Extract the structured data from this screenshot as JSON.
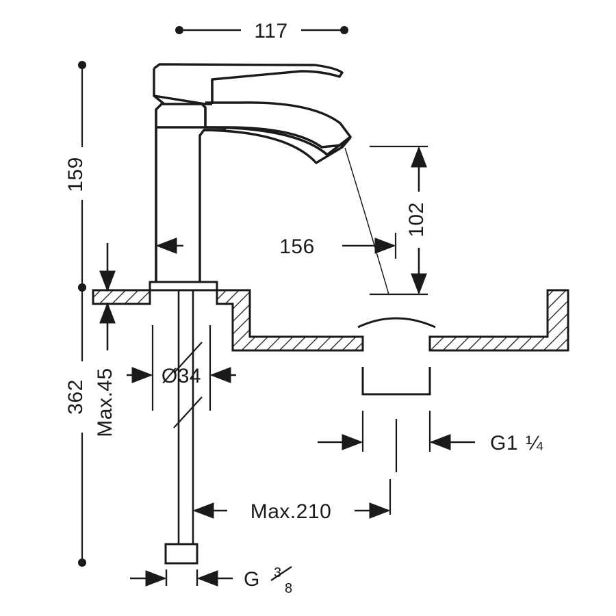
{
  "drawing": {
    "title": "Basin mixer tap technical dimension drawing",
    "units": "mm",
    "line_color": "#1a1a1a",
    "background_color": "#ffffff",
    "hatch_color": "#1a1a1a"
  },
  "dimensions": {
    "spout_reach_top": "117",
    "height_above_counter": "159",
    "total_height": "362",
    "counter_thickness": "Max.45",
    "hole_diameter": "Ø34",
    "spout_projection": "156",
    "spout_height_to_stream": "102",
    "hose_length": "Max.210",
    "waste_thread": "G1 ¼",
    "supply_thread_letter": "G",
    "supply_thread_numerator": "3",
    "supply_thread_denominator": "8"
  },
  "labels": {
    "dim_117": "117",
    "dim_159": "159",
    "dim_362": "362",
    "dim_max45": "Max.45",
    "dim_d34": "Ø34",
    "dim_156": "156",
    "dim_102": "102",
    "dim_max210": "Max.210",
    "dim_g1_quarter_main": "G1",
    "dim_g1_quarter_frac": "¼",
    "dim_g38_main": "G",
    "dim_g38_num": "3",
    "dim_g38_den": "8"
  },
  "parts": [
    {
      "name": "faucet-body",
      "description": "single-lever basin mixer body with curved spout"
    },
    {
      "name": "lever-handle",
      "description": "flat lever handle on top of body"
    },
    {
      "name": "escutcheon-base",
      "description": "mounting base plate on countertop"
    },
    {
      "name": "countertop-section",
      "description": "hatched cross-section of counter and basin"
    },
    {
      "name": "basin-bowl-arc",
      "description": "arc representing the basin bowl underside"
    },
    {
      "name": "drain-opening",
      "description": "waste outlet opening in basin"
    },
    {
      "name": "threaded-shank",
      "description": "vertical mounting shank below counter"
    },
    {
      "name": "flexible-hose",
      "description": "supply hose extending downward"
    },
    {
      "name": "hose-end-fitting",
      "description": "rectangular connector at hose end"
    },
    {
      "name": "water-stream",
      "description": "thin curved line showing water flow"
    }
  ]
}
